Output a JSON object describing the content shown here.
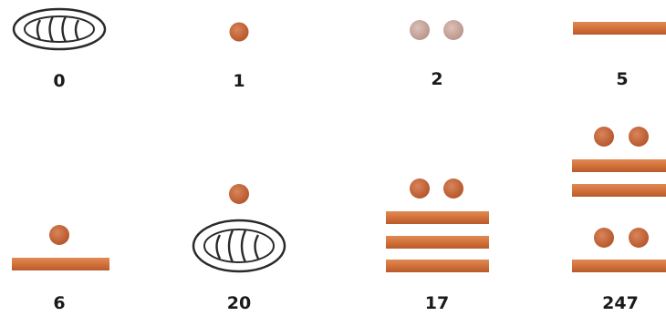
{
  "colors": {
    "dot": "#c0612f",
    "dot_light": "#c9a79b",
    "bar": "#d4733c",
    "bar_edge": "#a9532a",
    "shell_stroke": "#2a2a2a",
    "label": "#1a1a1a"
  },
  "numerals": [
    {
      "label": "0",
      "glyph": [
        "shell"
      ]
    },
    {
      "label": "1",
      "glyph": [
        1
      ]
    },
    {
      "label": "2",
      "glyph": [
        2
      ]
    },
    {
      "label": "5",
      "glyph": [
        5
      ]
    },
    {
      "label": "6",
      "glyph": [
        1,
        5
      ]
    },
    {
      "label": "20",
      "glyph": [
        1,
        "shell"
      ]
    },
    {
      "label": "17",
      "glyph": [
        2,
        5,
        5,
        5
      ]
    },
    {
      "label": "247",
      "glyph": [
        2,
        5,
        5,
        2,
        5
      ]
    }
  ]
}
